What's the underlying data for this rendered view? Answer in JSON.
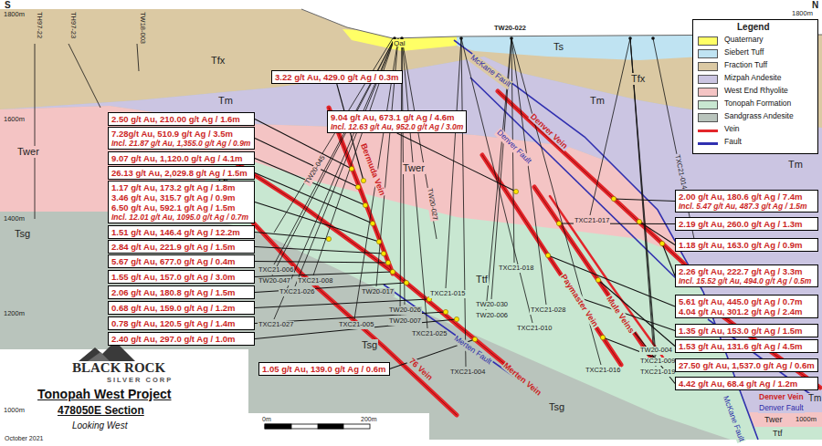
{
  "diagram": {
    "title": "Tonopah West Project",
    "nodes": [
      {
        "text": [
          "3.22 g/t Au, 429.0 g/t Ag / 0.3m"
        ]
      },
      {
        "text": [
          "9.04 g/t Au, 673.1 g/t Ag / 4.6m",
          "Incl. 12.63 g/t Au, 952.0 g/t Ag / 3.0m"
        ]
      },
      {
        "text": [
          "2.50 g/t Au, 210.00 g/t Ag / 1.6m"
        ]
      },
      {
        "text": [
          "7.28g/t Au, 510.9 g/t Ag / 3.5m",
          "Incl. 21.87 g/t Au, 1,355.0 g/t Ag / 0.9m"
        ]
      },
      {
        "text": [
          "9.07 g/t Au, 1,120.0 g/t Ag / 4.1m"
        ]
      },
      {
        "text": [
          "26.13 g/t Au, 2,029.8 g/t Ag / 1.5m"
        ]
      },
      {
        "text": [
          "1.17 g/t Au, 173.2 g/t Ag / 1.8m",
          "3.46 g/t Au, 315.7 g/t Ag / 0.9m",
          "6.50 g/t Au, 592.1 g/t Ag / 1.5m",
          "Incl. 12.01 g/t Au, 1095.0 g/t Ag / 0.7m"
        ]
      },
      {
        "text": [
          "1.51 g/t Au, 146.4 g/t Ag / 12.2m"
        ]
      },
      {
        "text": [
          "2.84 g/t Au, 221.9 g/t Ag / 1.5m"
        ]
      },
      {
        "text": [
          "5.67 g/t Au, 677.0 g/t Ag / 0.4m"
        ]
      },
      {
        "text": [
          "1.55 g/t Au, 157.0 g/t Ag / 3.0m"
        ]
      },
      {
        "text": [
          "2.06 g/t Au, 180.8 g/t Ag / 1.5m"
        ]
      },
      {
        "text": [
          "0.68 g/t Au, 159.0 g/t Ag / 1.2m"
        ]
      },
      {
        "text": [
          "0.78 g/t Au, 120.5 g/t Ag / 1.4m"
        ]
      },
      {
        "text": [
          "2.40 g/t Au, 297.0 g/t Ag / 1.0m"
        ]
      },
      {
        "text": [
          "1.05 g/t Au, 139.0 g/t Ag / 0.6m"
        ]
      },
      {
        "text": [
          "2.00 g/t Au, 180.6 g/t Ag / 7.4m",
          "Incl. 5.47 g/t Au, 487.3 g/t Ag / 1.5m"
        ]
      },
      {
        "text": [
          "2.19 g/t Au, 260.0 g/t Ag / 1.3m"
        ]
      },
      {
        "text": [
          "1.18 g/t Au, 163.0 g/t Ag / 0.9m"
        ]
      },
      {
        "text": [
          "2.26 g/t Au, 222.7 g/t Ag / 3.3m",
          "Incl. 15.52 g/t Au, 494.0 g/t Ag / 0.5m"
        ]
      },
      {
        "text": [
          "5.61 g/t Au, 445.0 g/t Ag / 0.7m",
          "4.04 g/t Au, 301.2 g/t Ag / 2.4m"
        ]
      },
      {
        "text": [
          "1.35 g/t Au, 153.0 g/t Ag / 1.5m"
        ]
      },
      {
        "text": [
          "1.53 g/t Au, 131.6 g/t Ag / 4.5m"
        ]
      },
      {
        "text": [
          "27.50 g/t Au, 1,537.0 g/t Ag / 0.6m"
        ]
      },
      {
        "text": [
          "4.42 g/t Au, 68.4 g/t Ag / 1.2m"
        ]
      }
    ],
    "labels": [
      "S",
      "N",
      "1800m",
      "1600m",
      "1400m",
      "1200m",
      "1000m",
      "1800m",
      "1000m",
      "TH97-22",
      "TH97-23",
      "TW18-003",
      "TW20-022",
      "Qal",
      "Ts",
      "Tfx",
      "Tfx",
      "Tm",
      "Tm",
      "Tm",
      "Tm",
      "Twer",
      "Twer",
      "Twer",
      "Ttf",
      "Ttf",
      "Ttf",
      "Tsg",
      "Tsg",
      "Tsg",
      "McKane Fault",
      "McKane Fault",
      "Denver Fault",
      "Denver Fault",
      "Denver Vein",
      "Denver Vein",
      "Bermuda Vein",
      "76 Vein",
      "Merten Vein",
      "Merten Fault",
      "Paymaster Vein",
      "Mule Veins",
      "TW20-045",
      "TW20-027",
      "TXC21-014",
      "TXC21-017",
      "TXC21-006",
      "TW20-047",
      "TXC21-008",
      "TXC21-026",
      "TW20-017",
      "TXC21-015",
      "TXC21-018",
      "TW20-030",
      "TW20-006",
      "TXC21-028",
      "TXC21-027",
      "TXC21-005",
      "TW20-026",
      "TW20-007",
      "TXC21-025",
      "TXC21-010",
      "TXC21-004",
      "TXC21-016",
      "TW20-004",
      "TXC21-009",
      "TXC21-019",
      "Legend",
      "BLACK ROCK",
      "SILVER CORP",
      "478050E Section",
      "Looking West",
      "October 2021",
      "0m",
      "200m"
    ],
    "legend": [
      {
        "text": "Quaternary",
        "color": "#ffff66"
      },
      {
        "text": "Siebert Tuff",
        "color": "#bfe3f2"
      },
      {
        "text": "Fraction Tuff",
        "color": "#dbc9a3"
      },
      {
        "text": "Mizpah Andesite",
        "color": "#cbc5e2"
      },
      {
        "text": "West End Rhyolite",
        "color": "#f4c4c4"
      },
      {
        "text": "Tonopah Formation",
        "color": "#c8e7d1"
      },
      {
        "text": "Sandgrass Andesite",
        "color": "#b9c4bc"
      },
      {
        "text": "Vein"
      },
      {
        "text": "Fault"
      }
    ]
  }
}
